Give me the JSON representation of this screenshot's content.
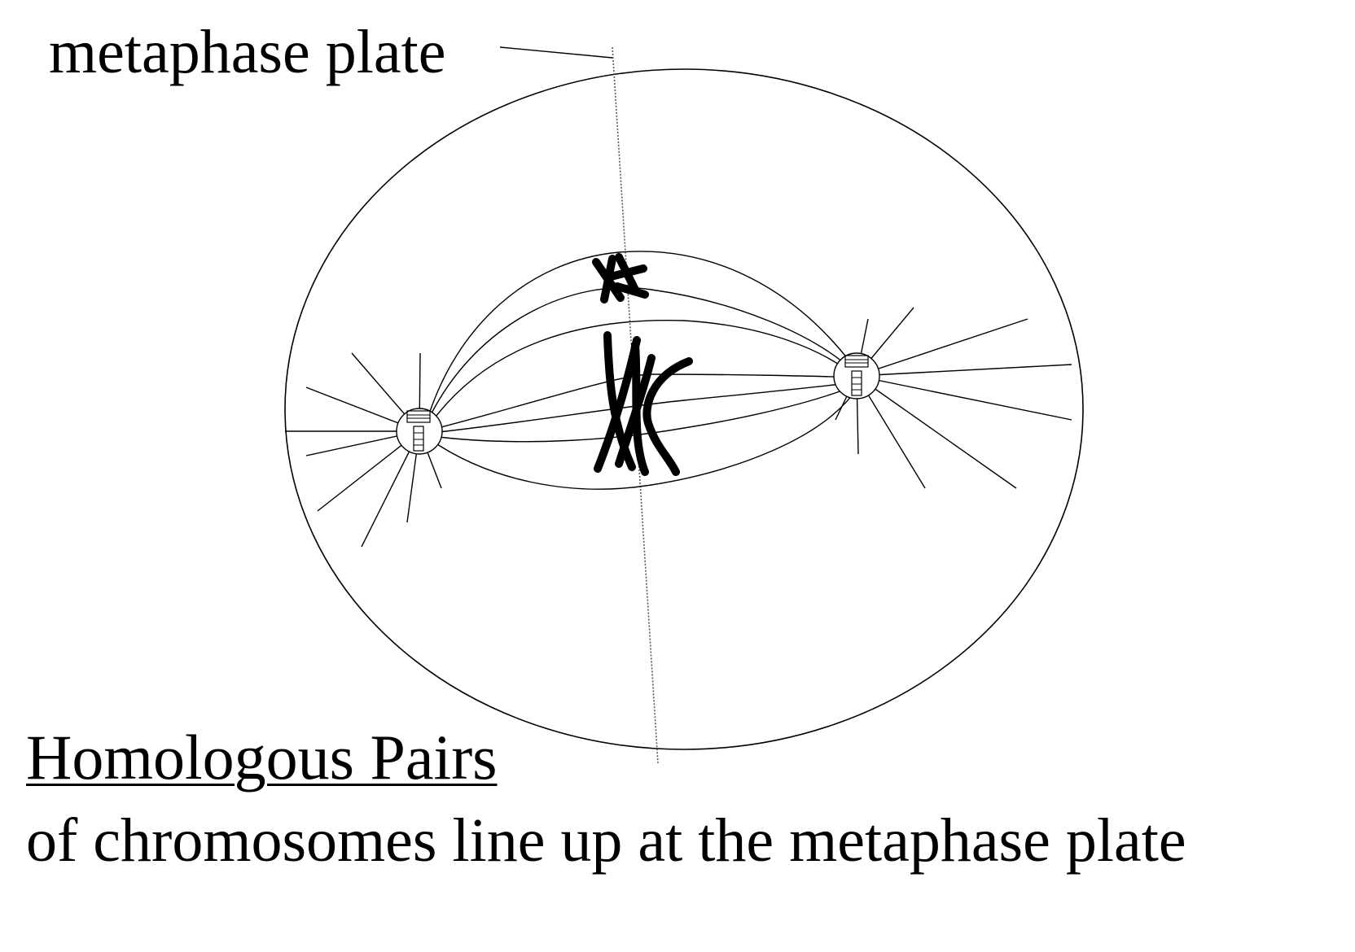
{
  "labels": {
    "metaphase_plate": "metaphase plate"
  },
  "caption": {
    "heading": "Homologous Pairs",
    "body": "of chromosomes line up at the metaphase plate"
  },
  "colors": {
    "ink": "#000000",
    "background": "#ffffff"
  }
}
